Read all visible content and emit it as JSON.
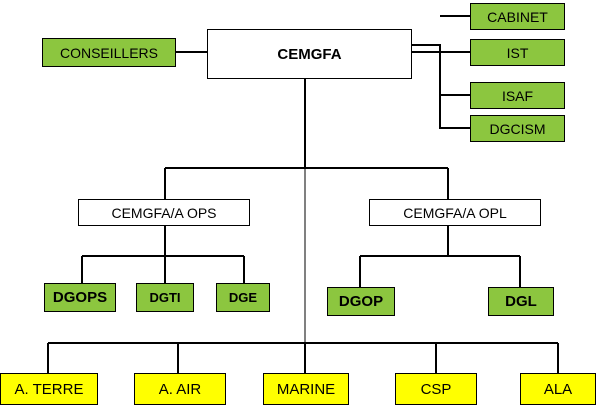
{
  "colors": {
    "advisory_units": "#8cc63f",
    "directorates": "#8cc63f",
    "deputy_chiefs": "#ffffff",
    "forces": "#ffff00",
    "lines": "#000000"
  },
  "chart_data": {
    "type": "org-chart",
    "root": "CEMGFA",
    "advisors": "CONSEILLERS",
    "staff": [
      "CABINET",
      "IST",
      "ISAF",
      "DGCISM"
    ],
    "deputies": [
      {
        "name": "CEMGFA/A OPS",
        "units": [
          "DGOPS",
          "DGTI",
          "DGE"
        ]
      },
      {
        "name": "CEMGFA/A OPL",
        "units": [
          "DGOP",
          "DGL"
        ]
      }
    ],
    "forces": [
      "A. TERRE",
      "A. AIR",
      "MARINE",
      "CSP",
      "ALA"
    ]
  }
}
